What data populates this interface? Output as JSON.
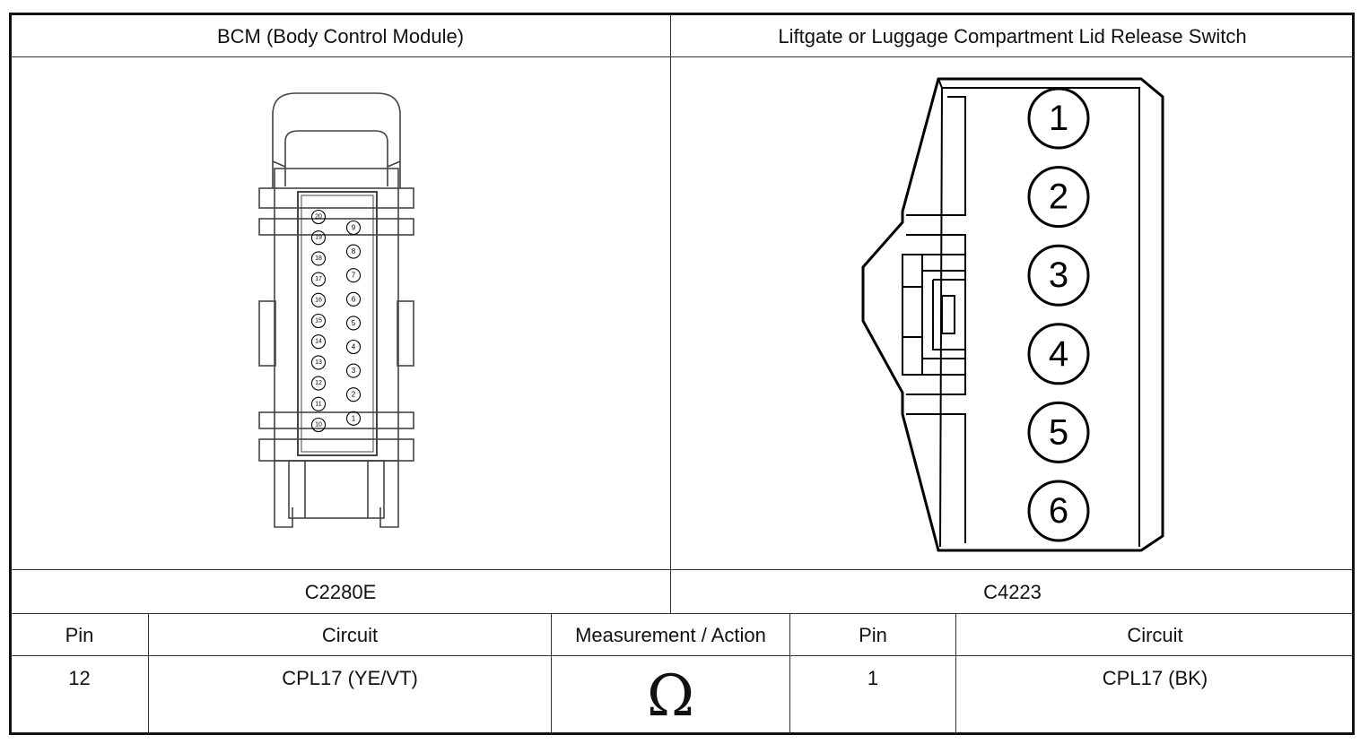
{
  "left_connector": {
    "title": "BCM (Body Control Module)",
    "id": "C2280E",
    "pin_numbers_col_left": [
      "20",
      "19",
      "18",
      "17",
      "16",
      "15",
      "14",
      "13",
      "12",
      "11",
      "10"
    ],
    "pin_numbers_col_right": [
      "9",
      "8",
      "7",
      "6",
      "5",
      "4",
      "3",
      "2",
      "1"
    ]
  },
  "right_connector": {
    "title": "Liftgate or Luggage Compartment Lid Release Switch",
    "id": "C4223",
    "pins": [
      "1",
      "2",
      "3",
      "4",
      "5",
      "6"
    ]
  },
  "table": {
    "headers": [
      "Pin",
      "Circuit",
      "Measurement / Action",
      "Pin",
      "Circuit"
    ],
    "row": {
      "pin_a": "12",
      "circuit_a": "CPL17 (YE/VT)",
      "measurement_symbol": "Ω",
      "measurement_icon": "ohm-icon",
      "pin_b": "1",
      "circuit_b": "CPL17 (BK)"
    }
  }
}
